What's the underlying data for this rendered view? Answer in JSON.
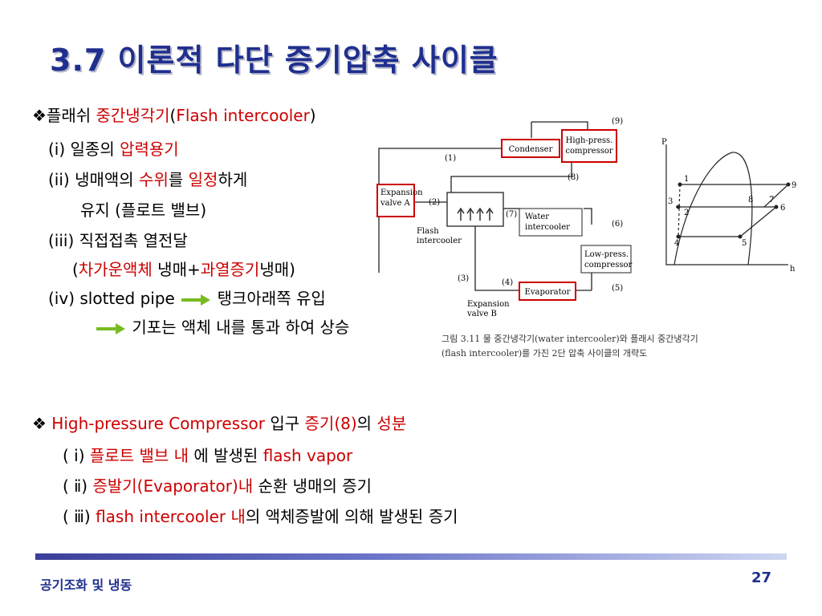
{
  "title": "3.7 이론적 다단 증기압축 사이클",
  "section1": {
    "bullet": "❖",
    "head_a": "플래쉬 ",
    "head_b": "중간냉각기",
    "head_c": "(",
    "head_d": "Flash intercooler",
    "head_e": ")",
    "i_a": "(i) 일종의 ",
    "i_b": "압력용기",
    "ii_a": "(ii) 냉매액의 ",
    "ii_b": "수위",
    "ii_c": "를 ",
    "ii_d": "일정",
    "ii_e": "하게",
    "ii_cont": "유지 (플로트 밸브)",
    "iii_a": "(iii) 직접접촉 열전달",
    "iii2_a": "(",
    "iii2_b": "차가운액체",
    "iii2_c": " 냉매+",
    "iii2_d": "과열증기",
    "iii2_e": "냉매)",
    "iv_a": "(iv) slotted pipe",
    "iv_b": "탱크아래쪽 유입",
    "iv2": "기포는 액체 내를 통과 하여 상승"
  },
  "section2": {
    "bullet": "❖",
    "head_a": "High-pressure Compressor",
    "head_b": " 입구 ",
    "head_c": "증기(8)",
    "head_d": "의 ",
    "head_e": "성분",
    "i_a": "( ⅰ) ",
    "i_b": "플로트 밸브 내",
    "i_c": " 에 발생된 ",
    "i_d": "flash vapor",
    "ii_a": "( ⅱ) ",
    "ii_b": "증발기(",
    "ii_c": "Evaporator",
    "ii_d": ")내",
    "ii_e": " 순환 냉매의 증기",
    "iii_a": "( ⅲ) ",
    "iii_b": "flash intercooler 내",
    "iii_c": "의 액체증발에 의해 발생된 증기"
  },
  "figure": {
    "condenser": "Condenser",
    "hp_comp_1": "High-press.",
    "hp_comp_2": "compressor",
    "exp_a_1": "Expansion",
    "exp_a_2": "valve A",
    "flash_1": "Flash",
    "flash_2": "intercooler",
    "water_1": "Water",
    "water_2": "intercooler",
    "lp_comp_1": "Low-press.",
    "lp_comp_2": "compressor",
    "evaporator": "Evaporator",
    "exp_b_1": "Expansion",
    "exp_b_2": "valve B",
    "states": [
      "(1)",
      "(2)",
      "(3)",
      "(4)",
      "(5)",
      "(6)",
      "(7)",
      "(8)",
      "(9)"
    ],
    "ph_points": [
      "1",
      "2",
      "3",
      "4",
      "5",
      "6",
      "7",
      "8",
      "9"
    ],
    "axis_p": "P",
    "axis_h": "h",
    "caption_1": "그림  3.11   물  중간냉각기(water  intercooler)와  플래시  중간냉각기",
    "caption_2": "(flash  intercooler)를 가진 2단 압축 사이클의 개략도"
  },
  "footer": {
    "left": "공기조화 및 냉동",
    "page": "27"
  },
  "colors": {
    "title": "#1f2f8f",
    "accent_red": "#cc0000",
    "arrow": "#77bb22"
  }
}
